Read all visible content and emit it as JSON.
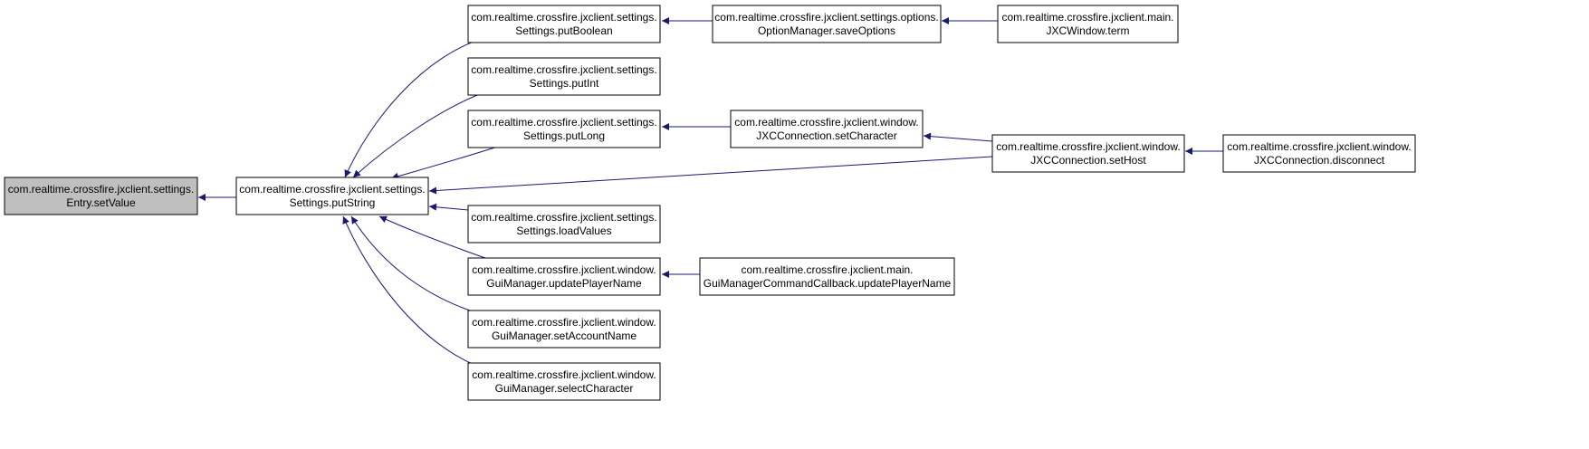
{
  "diagram": {
    "edge_color": "#191970",
    "node_fill": "#ffffff",
    "highlight_fill": "#bfbfbf",
    "nodes": [
      {
        "id": "entry_setvalue",
        "line1": "com.realtime.crossfire.jxclient.settings.",
        "line2": "Entry.setValue",
        "highlight": true
      },
      {
        "id": "settings_putstring",
        "line1": "com.realtime.crossfire.jxclient.settings.",
        "line2": "Settings.putString"
      },
      {
        "id": "settings_putboolean",
        "line1": "com.realtime.crossfire.jxclient.settings.",
        "line2": "Settings.putBoolean"
      },
      {
        "id": "settings_putint",
        "line1": "com.realtime.crossfire.jxclient.settings.",
        "line2": "Settings.putInt"
      },
      {
        "id": "settings_putlong",
        "line1": "com.realtime.crossfire.jxclient.settings.",
        "line2": "Settings.putLong"
      },
      {
        "id": "settings_loadvalues",
        "line1": "com.realtime.crossfire.jxclient.settings.",
        "line2": "Settings.loadValues"
      },
      {
        "id": "guimanager_updateplayername",
        "line1": "com.realtime.crossfire.jxclient.window.",
        "line2": "GuiManager.updatePlayerName"
      },
      {
        "id": "guimanager_setaccountname",
        "line1": "com.realtime.crossfire.jxclient.window.",
        "line2": "GuiManager.setAccountName"
      },
      {
        "id": "guimanager_selectcharacter",
        "line1": "com.realtime.crossfire.jxclient.window.",
        "line2": "GuiManager.selectCharacter"
      },
      {
        "id": "optionmanager_saveoptions",
        "line1": "com.realtime.crossfire.jxclient.settings.options.",
        "line2": "OptionManager.saveOptions"
      },
      {
        "id": "jxcconnection_setcharacter",
        "line1": "com.realtime.crossfire.jxclient.window.",
        "line2": "JXCConnection.setCharacter"
      },
      {
        "id": "guimanagercommandcallback_updateplayername",
        "line1": "com.realtime.crossfire.jxclient.main.",
        "line2": "GuiManagerCommandCallback.updatePlayerName"
      },
      {
        "id": "jxcwindow_term",
        "line1": "com.realtime.crossfire.jxclient.main.",
        "line2": "JXCWindow.term"
      },
      {
        "id": "jxcconnection_sethost",
        "line1": "com.realtime.crossfire.jxclient.window.",
        "line2": "JXCConnection.setHost"
      },
      {
        "id": "jxcconnection_disconnect",
        "line1": "com.realtime.crossfire.jxclient.window.",
        "line2": "JXCConnection.disconnect"
      }
    ],
    "edges": [
      {
        "from": "settings_putstring",
        "to": "entry_setvalue"
      },
      {
        "from": "settings_putboolean",
        "to": "settings_putstring"
      },
      {
        "from": "settings_putint",
        "to": "settings_putstring"
      },
      {
        "from": "settings_putlong",
        "to": "settings_putstring"
      },
      {
        "from": "jxcconnection_sethost",
        "to": "settings_putstring"
      },
      {
        "from": "settings_loadvalues",
        "to": "settings_putstring"
      },
      {
        "from": "guimanager_updateplayername",
        "to": "settings_putstring"
      },
      {
        "from": "guimanager_setaccountname",
        "to": "settings_putstring"
      },
      {
        "from": "guimanager_selectcharacter",
        "to": "settings_putstring"
      },
      {
        "from": "optionmanager_saveoptions",
        "to": "settings_putboolean"
      },
      {
        "from": "jxcwindow_term",
        "to": "optionmanager_saveoptions"
      },
      {
        "from": "jxcconnection_setcharacter",
        "to": "settings_putlong"
      },
      {
        "from": "jxcconnection_sethost",
        "to": "jxcconnection_setcharacter"
      },
      {
        "from": "jxcconnection_disconnect",
        "to": "jxcconnection_sethost"
      },
      {
        "from": "guimanagercommandcallback_updateplayername",
        "to": "guimanager_updateplayername"
      }
    ]
  }
}
